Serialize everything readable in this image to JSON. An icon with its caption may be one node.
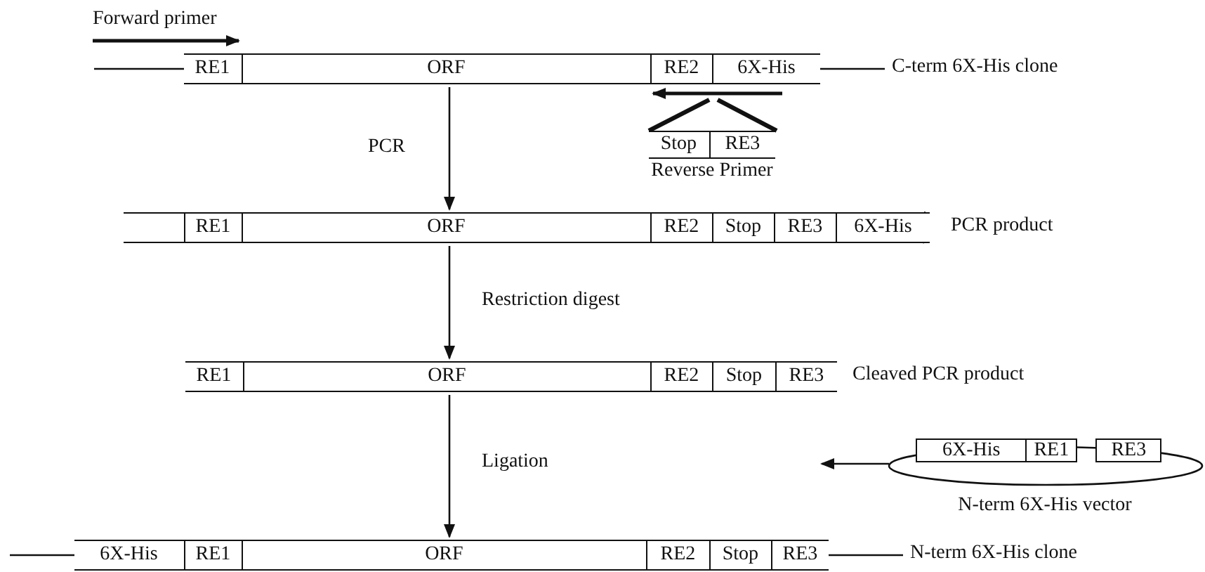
{
  "diagram": {
    "nodes": [
      {
        "text": [],
        "shape": "bar",
        "beside": [
          "C-term 6X-His clone"
        ]
      },
      {
        "text": [
          "RE1"
        ],
        "in": 0
      },
      {
        "text": [
          "ORF"
        ],
        "in": 0
      },
      {
        "text": [
          "RE2"
        ],
        "in": 0
      },
      {
        "text": [
          "6X-His"
        ],
        "in": 0
      },
      {
        "text": [],
        "shape": "bar",
        "beside": [
          "Reverse Primer"
        ]
      },
      {
        "text": [
          "Stop"
        ],
        "in": 5
      },
      {
        "text": [
          "RE3"
        ],
        "in": 5
      },
      {
        "text": [],
        "shape": "bar",
        "beside": [
          "PCR product"
        ]
      },
      {
        "text": [],
        "shape": "box",
        "in": 8
      },
      {
        "text": [
          "RE1"
        ],
        "in": 8
      },
      {
        "text": [
          "ORF"
        ],
        "in": 8
      },
      {
        "text": [
          "RE2"
        ],
        "in": 8
      },
      {
        "text": [
          "Stop"
        ],
        "in": 8
      },
      {
        "text": [
          "RE3"
        ],
        "in": 8
      },
      {
        "text": [
          "6X-His"
        ],
        "in": 8
      },
      {
        "text": [],
        "shape": "bar",
        "beside": [
          "Cleaved PCR product"
        ]
      },
      {
        "text": [
          "RE1"
        ],
        "in": 16
      },
      {
        "text": [
          "ORF"
        ],
        "in": 16
      },
      {
        "text": [
          "RE2"
        ],
        "in": 16
      },
      {
        "text": [
          "Stop"
        ],
        "in": 16
      },
      {
        "text": [
          "RE3"
        ],
        "in": 16
      },
      {
        "text": [],
        "shape": "ellipse",
        "beside": [
          "N-term 6X-His vector"
        ]
      },
      {
        "text": [
          "6X-His"
        ],
        "in": 22
      },
      {
        "text": [
          "RE1"
        ],
        "in": 22
      },
      {
        "text": [
          "RE3"
        ],
        "in": 22
      },
      {
        "text": [],
        "shape": "bar"
      },
      {
        "text": [
          "6X-His"
        ],
        "in": 26
      },
      {
        "text": [
          "RE1"
        ],
        "in": 26
      },
      {
        "text": [
          "ORF"
        ],
        "in": 26
      },
      {
        "text": [
          "RE2"
        ],
        "in": 26
      },
      {
        "text": [
          "Stop"
        ],
        "in": 26
      },
      {
        "text": [
          "RE3"
        ],
        "in": 26
      },
      {
        "text": [],
        "shape": "arrow"
      }
    ],
    "edges": [
      {
        "from": 0,
        "to": 8,
        "arrow": "to",
        "label": "PCR"
      },
      {
        "from": 8,
        "to": 16,
        "arrow": "to",
        "label": "Restriction digest"
      },
      {
        "from": 16,
        "to": 26,
        "arrow": "to",
        "label": "Ligation"
      },
      {
        "from": 22,
        "to": null,
        "arrow": "to"
      },
      {
        "from": 33,
        "to": 6,
        "arrow": "none",
        "style": "thick"
      },
      {
        "from": 33,
        "to": 7,
        "arrow": "none",
        "style": "thick"
      }
    ],
    "labels": [
      "Forward primer",
      "N-term 6X-His clone"
    ]
  }
}
